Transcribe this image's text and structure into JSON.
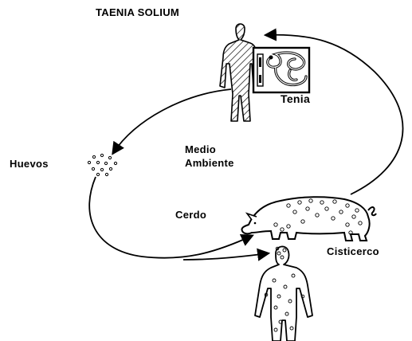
{
  "title": "TAENIA SOLIUM",
  "labels": {
    "tenia": "Tenia",
    "huevos": "Huevos",
    "medio_line1": "Medio",
    "medio_line2": "Ambiente",
    "cerdo": "Cerdo",
    "cisticerco": "Cisticerco"
  },
  "colors": {
    "ink": "#000000",
    "background": "#ffffff"
  }
}
